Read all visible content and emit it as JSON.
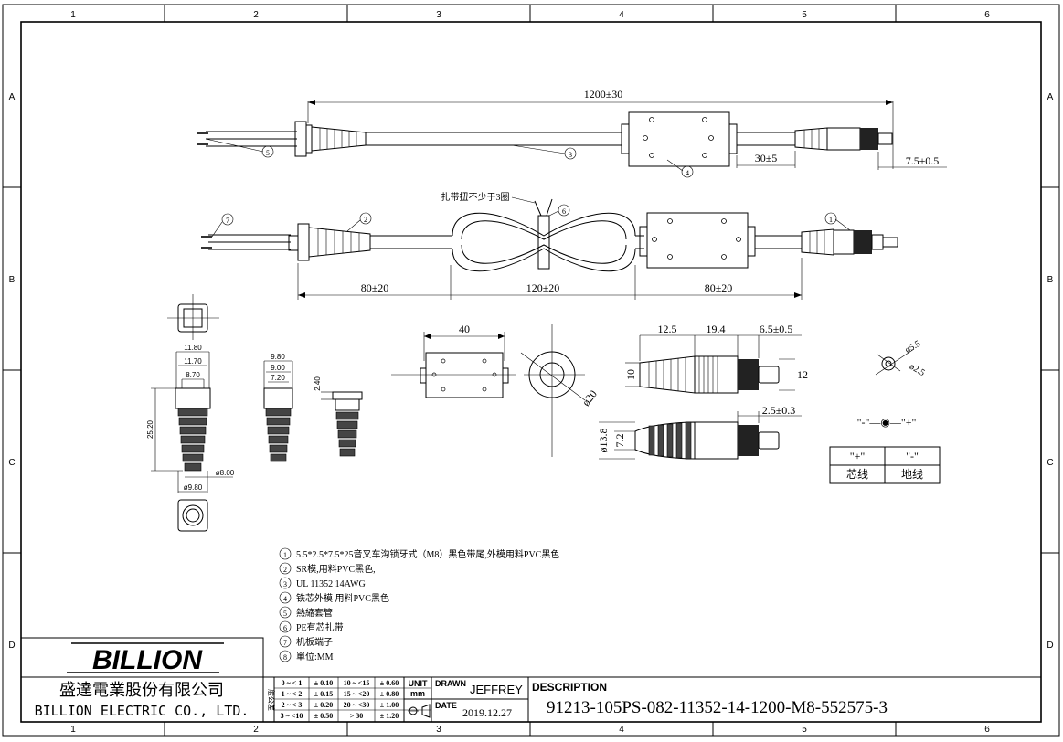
{
  "border": {
    "columns": [
      "1",
      "2",
      "3",
      "4",
      "5",
      "6"
    ],
    "rows": [
      "A",
      "B",
      "C",
      "D"
    ]
  },
  "top_view": {
    "overall_length": "1200±30",
    "tail_dim": "30±5",
    "tip_dim": "7.5±0.5",
    "callouts": [
      "5",
      "3",
      "4"
    ]
  },
  "bottom_view": {
    "tie_note": "扎带扭不少于3圈",
    "dims": [
      "80±20",
      "120±20",
      "80±20"
    ],
    "callouts": [
      "7",
      "2",
      "6",
      "1"
    ]
  },
  "boot_details": {
    "dims": [
      "11.80",
      "11.70",
      "8.70",
      "25.20",
      "ø8.00",
      "ø9.80",
      "9.80",
      "9.00",
      "7.20",
      "2.40"
    ]
  },
  "core_detail": {
    "length": "40",
    "diameter": "ø20"
  },
  "plug_detail": {
    "dims": [
      "12.5",
      "19.4",
      "6.5±0.5",
      "10",
      "12",
      "2.5±0.3",
      "ø13.8",
      "7.2"
    ]
  },
  "pin_detail": {
    "outer": "ø5.5",
    "inner": "ø2.5"
  },
  "polarity": {
    "symbol_text": "\"-\"—◉—\"+\"",
    "headers": [
      "\"+\"",
      "\"-\""
    ],
    "cells": [
      "芯线",
      "地线"
    ]
  },
  "notes": [
    {
      "num": "1",
      "text": "5.5*2.5*7.5*25音叉车沟锁牙式（M8）黑色带尾,外模用料PVC黑色"
    },
    {
      "num": "2",
      "text": "SR模,用料PVC黑色,"
    },
    {
      "num": "3",
      "text": "UL 11352 14AWG"
    },
    {
      "num": "4",
      "text": "铁芯外模 用料PVC黑色"
    },
    {
      "num": "5",
      "text": "熱縮套管"
    },
    {
      "num": "6",
      "text": "PE有芯扎带"
    },
    {
      "num": "7",
      "text": "机板端子"
    },
    {
      "num": "8",
      "text": "單位:MM"
    }
  ],
  "title_block": {
    "logo": "BILLION",
    "company_cn": "盛達電業股份有限公司",
    "company_en": "BILLION ELECTRIC CO., LTD.",
    "tol_side": "般公差",
    "tolerances": [
      [
        "0 ~ < 1",
        "± 0.10",
        "10 ~ <15",
        "± 0.60"
      ],
      [
        "1 ~ < 2",
        "± 0.15",
        "15 ~ <20",
        "± 0.80"
      ],
      [
        "2 ~ < 3",
        "± 0.20",
        "20 ~ <30",
        "± 1.00"
      ],
      [
        "3 ~ <10",
        "± 0.50",
        "> 30",
        "± 1.20"
      ]
    ],
    "unit_label": "UNIT",
    "unit_value": "mm",
    "drawn_label": "DRAWN",
    "drawn_value": "JEFFREY",
    "date_label": "DATE",
    "date_value": "2019.12.27",
    "description_label": "DESCRIPTION",
    "part_number": "91213-105PS-082-11352-14-1200-M8-552575-3"
  }
}
